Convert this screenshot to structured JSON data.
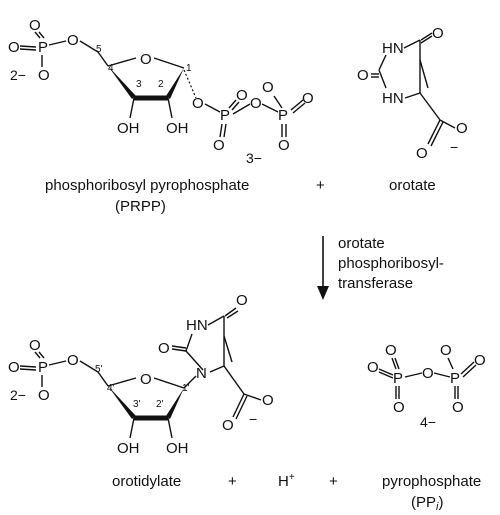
{
  "reaction": {
    "top": {
      "prpp": {
        "name": "phosphoribosyl pyrophosphate",
        "abbr": "(PRPP)",
        "charge_left": "2−",
        "charge_right": "3−",
        "ring_numbers": [
          "5",
          "4",
          "1",
          "3",
          "2"
        ],
        "hydroxyls": [
          "OH",
          "OH"
        ]
      },
      "plus": "+",
      "orotate": {
        "name": "orotate",
        "carboxylate_charge": "−",
        "ring_atoms": [
          "HN",
          "HN"
        ]
      }
    },
    "arrow": {
      "enzyme_lines": [
        "orotate",
        "phosphoribosyl-",
        "transferase"
      ]
    },
    "bottom": {
      "orotidylate": {
        "name": "orotidylate",
        "charge_left": "2−",
        "carboxylate_charge": "−",
        "ring_numbers": [
          "5'",
          "4'",
          "1'",
          "3'",
          "2'"
        ],
        "hydroxyls": [
          "OH",
          "OH"
        ],
        "ring_N": "N",
        "ring_HN": "HN"
      },
      "plus1": "+",
      "proton": {
        "base": "H",
        "sup": "+"
      },
      "plus2": "+",
      "pyrophosphate": {
        "name": "pyrophosphate",
        "abbr_open": "(PP",
        "abbr_sub": "i",
        "abbr_close": ")",
        "charge": "4−"
      }
    }
  }
}
